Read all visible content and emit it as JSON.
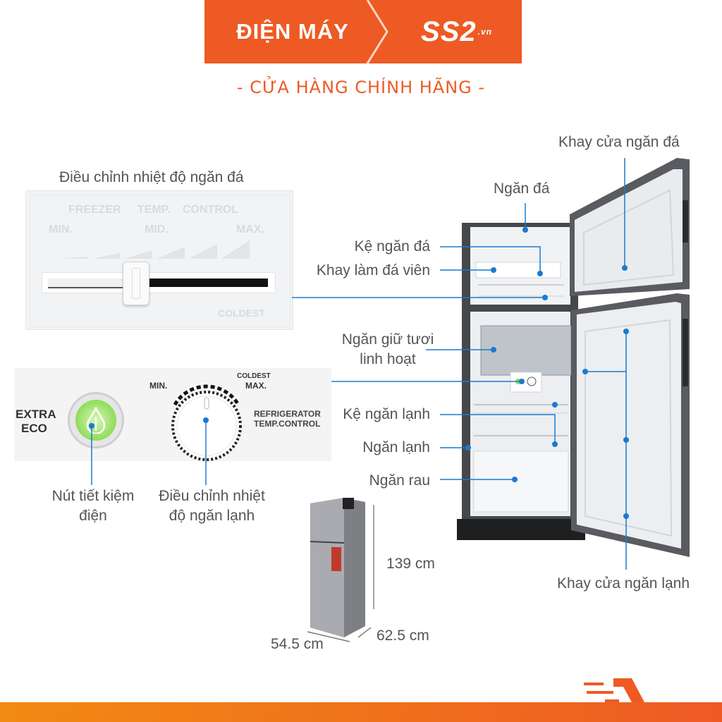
{
  "header": {
    "brand_left": "ĐIỆN MÁY",
    "brand_right": "SS2",
    "brand_suffix": ".vn",
    "tagline": "- CỬA HÀNG CHÍNH HÃNG -"
  },
  "colors": {
    "brand_orange": "#ee5a24",
    "callout_blue": "#1a7ad0",
    "fridge_body": "#4a4b4f",
    "eco_green": "#8fdc5a"
  },
  "freezer_panel": {
    "caption": "Điều chỉnh nhiệt độ ngăn đá",
    "title_words": [
      "FREEZER",
      "TEMP.",
      "CONTROL"
    ],
    "min": "MIN.",
    "mid": "MID.",
    "max": "MAX.",
    "coldest": "COLDEST",
    "slider_level": 0.4
  },
  "fridge_panel": {
    "eco_line1": "EXTRA",
    "eco_line2": "ECO",
    "dial_min": "MIN.",
    "dial_coldest": "COLDEST",
    "dial_max": "MAX.",
    "refrig_line1": "REFRIGERATOR",
    "refrig_line2": "TEMP.CONTROL",
    "eco_caption_1": "Nút tiết kiệm",
    "eco_caption_2": "điện",
    "dial_caption_1": "Điều chỉnh nhiệt",
    "dial_caption_2": "độ ngăn lạnh"
  },
  "callouts": {
    "freezer_door_tray": "Khay cửa ngăn đá",
    "freezer": "Ngăn đá",
    "freezer_shelf": "Kệ ngăn đá",
    "ice_tray": "Khay làm đá viên",
    "fresh_1": "Ngăn giữ tươi",
    "fresh_2": "linh hoạt",
    "fridge_shelf": "Kệ ngăn lạnh",
    "fridge_compartment": "Ngăn lạnh",
    "vegetable": "Ngăn rau",
    "fridge_door_tray": "Khay cửa ngăn lạnh"
  },
  "dimensions": {
    "height": "139 cm",
    "width": "54.5 cm",
    "depth": "62.5 cm"
  }
}
